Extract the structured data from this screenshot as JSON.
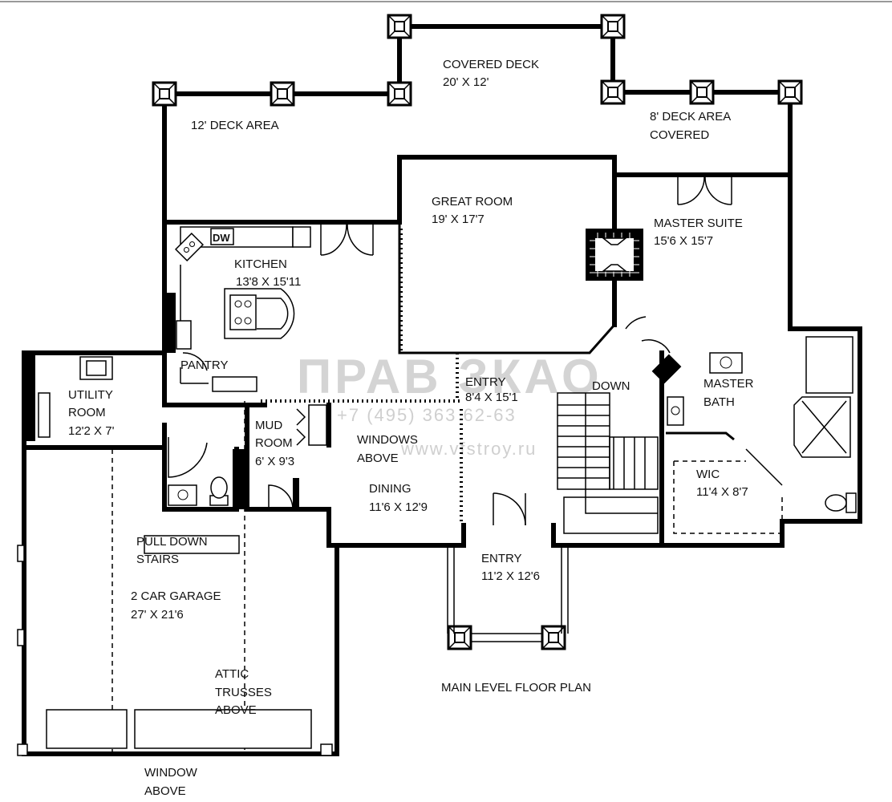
{
  "title": "MAIN LEVEL FLOOR PLAN",
  "watermark": {
    "brand": "ПРАВ ЗКАО",
    "phone": "+7 (495) 363 62-63",
    "site": "www.vfstroy.ru"
  },
  "rooms": {
    "covered_deck": {
      "name": "COVERED DECK",
      "size": "20' X 12'"
    },
    "deck_area": {
      "name": "12' DECK AREA"
    },
    "deck_covered": {
      "name1": "8' DECK AREA",
      "name2": "COVERED"
    },
    "great_room": {
      "name": "GREAT ROOM",
      "size": "19' X 17'7"
    },
    "master_suite": {
      "name": "MASTER SUITE",
      "size": "15'6 X 15'7"
    },
    "kitchen": {
      "name": "KITCHEN",
      "size": "13'8 X 15'11"
    },
    "pantry": {
      "name": "PANTRY"
    },
    "utility": {
      "name1": "UTILITY",
      "name2": "ROOM",
      "size": "12'2 X 7'"
    },
    "mud": {
      "name1": "MUD",
      "name2": "ROOM",
      "size": "6' X 9'3"
    },
    "entry_hall": {
      "name": "ENTRY",
      "size": "8'4 X 15'1"
    },
    "down": {
      "name": "DOWN"
    },
    "master_bath": {
      "name1": "MASTER",
      "name2": "BATH"
    },
    "windows_above": {
      "l1": "WINDOWS",
      "l2": "ABOVE"
    },
    "dining": {
      "name": "DINING",
      "size": "11'6 X 12'9"
    },
    "wic": {
      "name": "WIC",
      "size": "11'4 X 8'7"
    },
    "pull_down": {
      "l1": "PULL DOWN",
      "l2": "STAIRS"
    },
    "garage": {
      "name": "2 CAR GARAGE",
      "size": "27' X 21'6"
    },
    "entry_front": {
      "name": "ENTRY",
      "size": "11'2 X 12'6"
    },
    "attic": {
      "l1": "ATTIC",
      "l2": "TRUSSES",
      "l3": "ABOVE"
    },
    "window_above": {
      "l1": "WINDOW",
      "l2": "ABOVE"
    },
    "dw": "DW"
  }
}
